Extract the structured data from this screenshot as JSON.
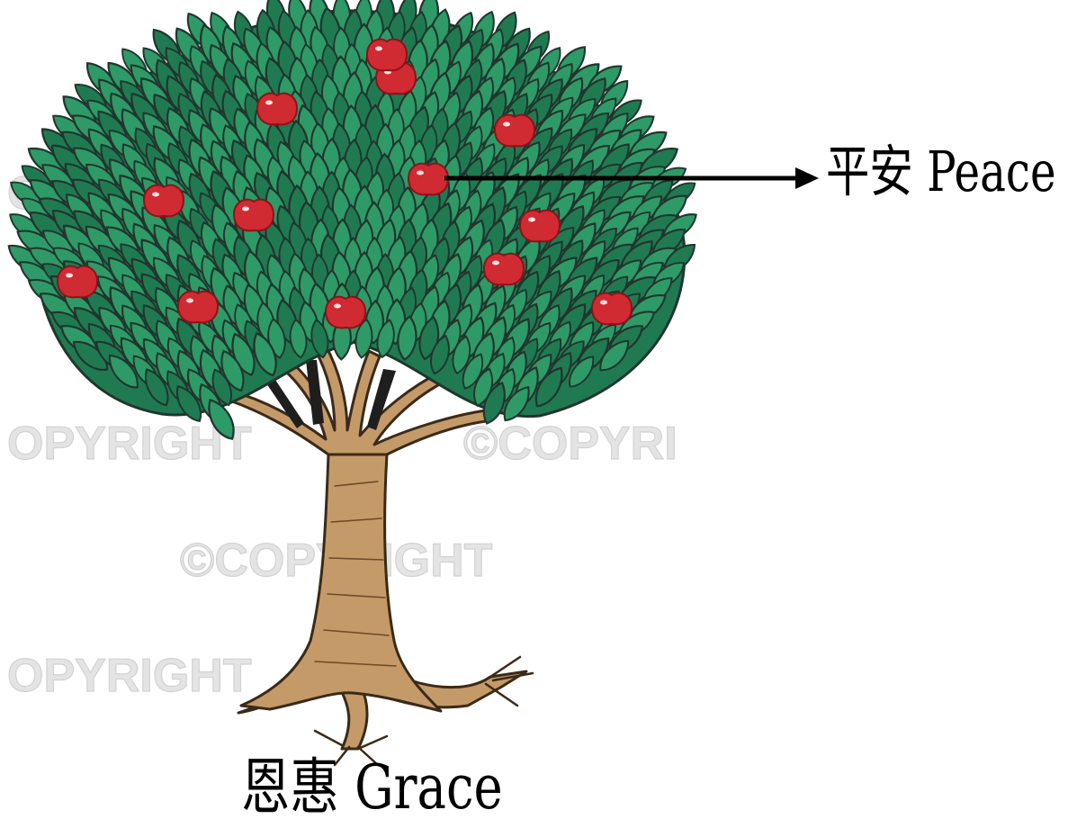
{
  "labels": {
    "peace": "平安 Peace",
    "grace": "恩惠 Grace"
  },
  "watermark": {
    "text_full": "©COPYRIGHT",
    "text_cut_left": "OPYRIGHT",
    "text_cut_right": "©COPYRI"
  },
  "colors": {
    "leaf": "#2e9a68",
    "leaf_dark": "#1f7a52",
    "leaf_outline": "#22352d",
    "trunk": "#c49a68",
    "trunk_outline": "#3a2a18",
    "apple": "#d02a32",
    "apple_dark": "#8e1218",
    "arrow": "#000000",
    "watermark": "#e3e3e3"
  },
  "icons": {
    "fruit": "apple-icon",
    "arrow": "right-arrow-icon"
  },
  "fruits": {
    "count": 13,
    "annotated_index": 0
  }
}
